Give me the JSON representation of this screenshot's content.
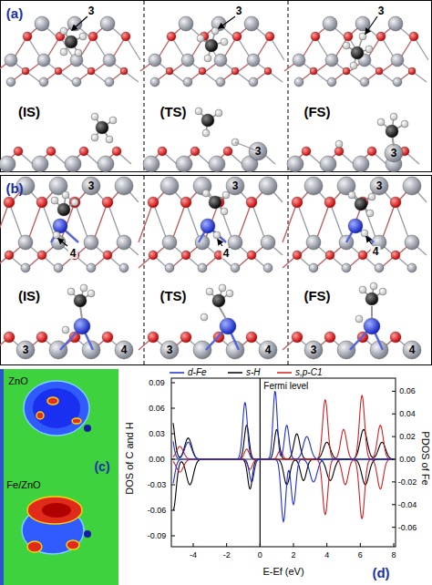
{
  "diagram": {
    "labels": [
      "(a)",
      "3",
      "3",
      "3",
      "(IS)",
      "(TS)",
      "3",
      "(FS)",
      "3",
      "(b)",
      "3",
      "4",
      "3",
      "4",
      "3",
      "4",
      "(IS)",
      "3",
      "4",
      "(TS)",
      "3",
      "4",
      "(FS)",
      "3",
      "4",
      "ZnO",
      "(c)",
      "Fe/ZnO",
      "DOS of C and H",
      "Fermi level",
      "PDOS of Fe",
      "E-Ef (eV)",
      "(d)",
      "0.09",
      "0.06",
      "0.03",
      "0.00",
      "-0.03",
      "-0.06",
      "-0.09",
      "0.06",
      "0.04",
      "0.02",
      "0.00",
      "-0.02",
      "-0.04",
      "-0.06",
      "-4",
      "-2",
      "0",
      "2",
      "4",
      "6",
      "8"
    ],
    "legend": [
      {
        "text": "d-Fe"
      },
      {
        "text": "s-H"
      },
      {
        "text": "s,p-C1"
      }
    ]
  }
}
